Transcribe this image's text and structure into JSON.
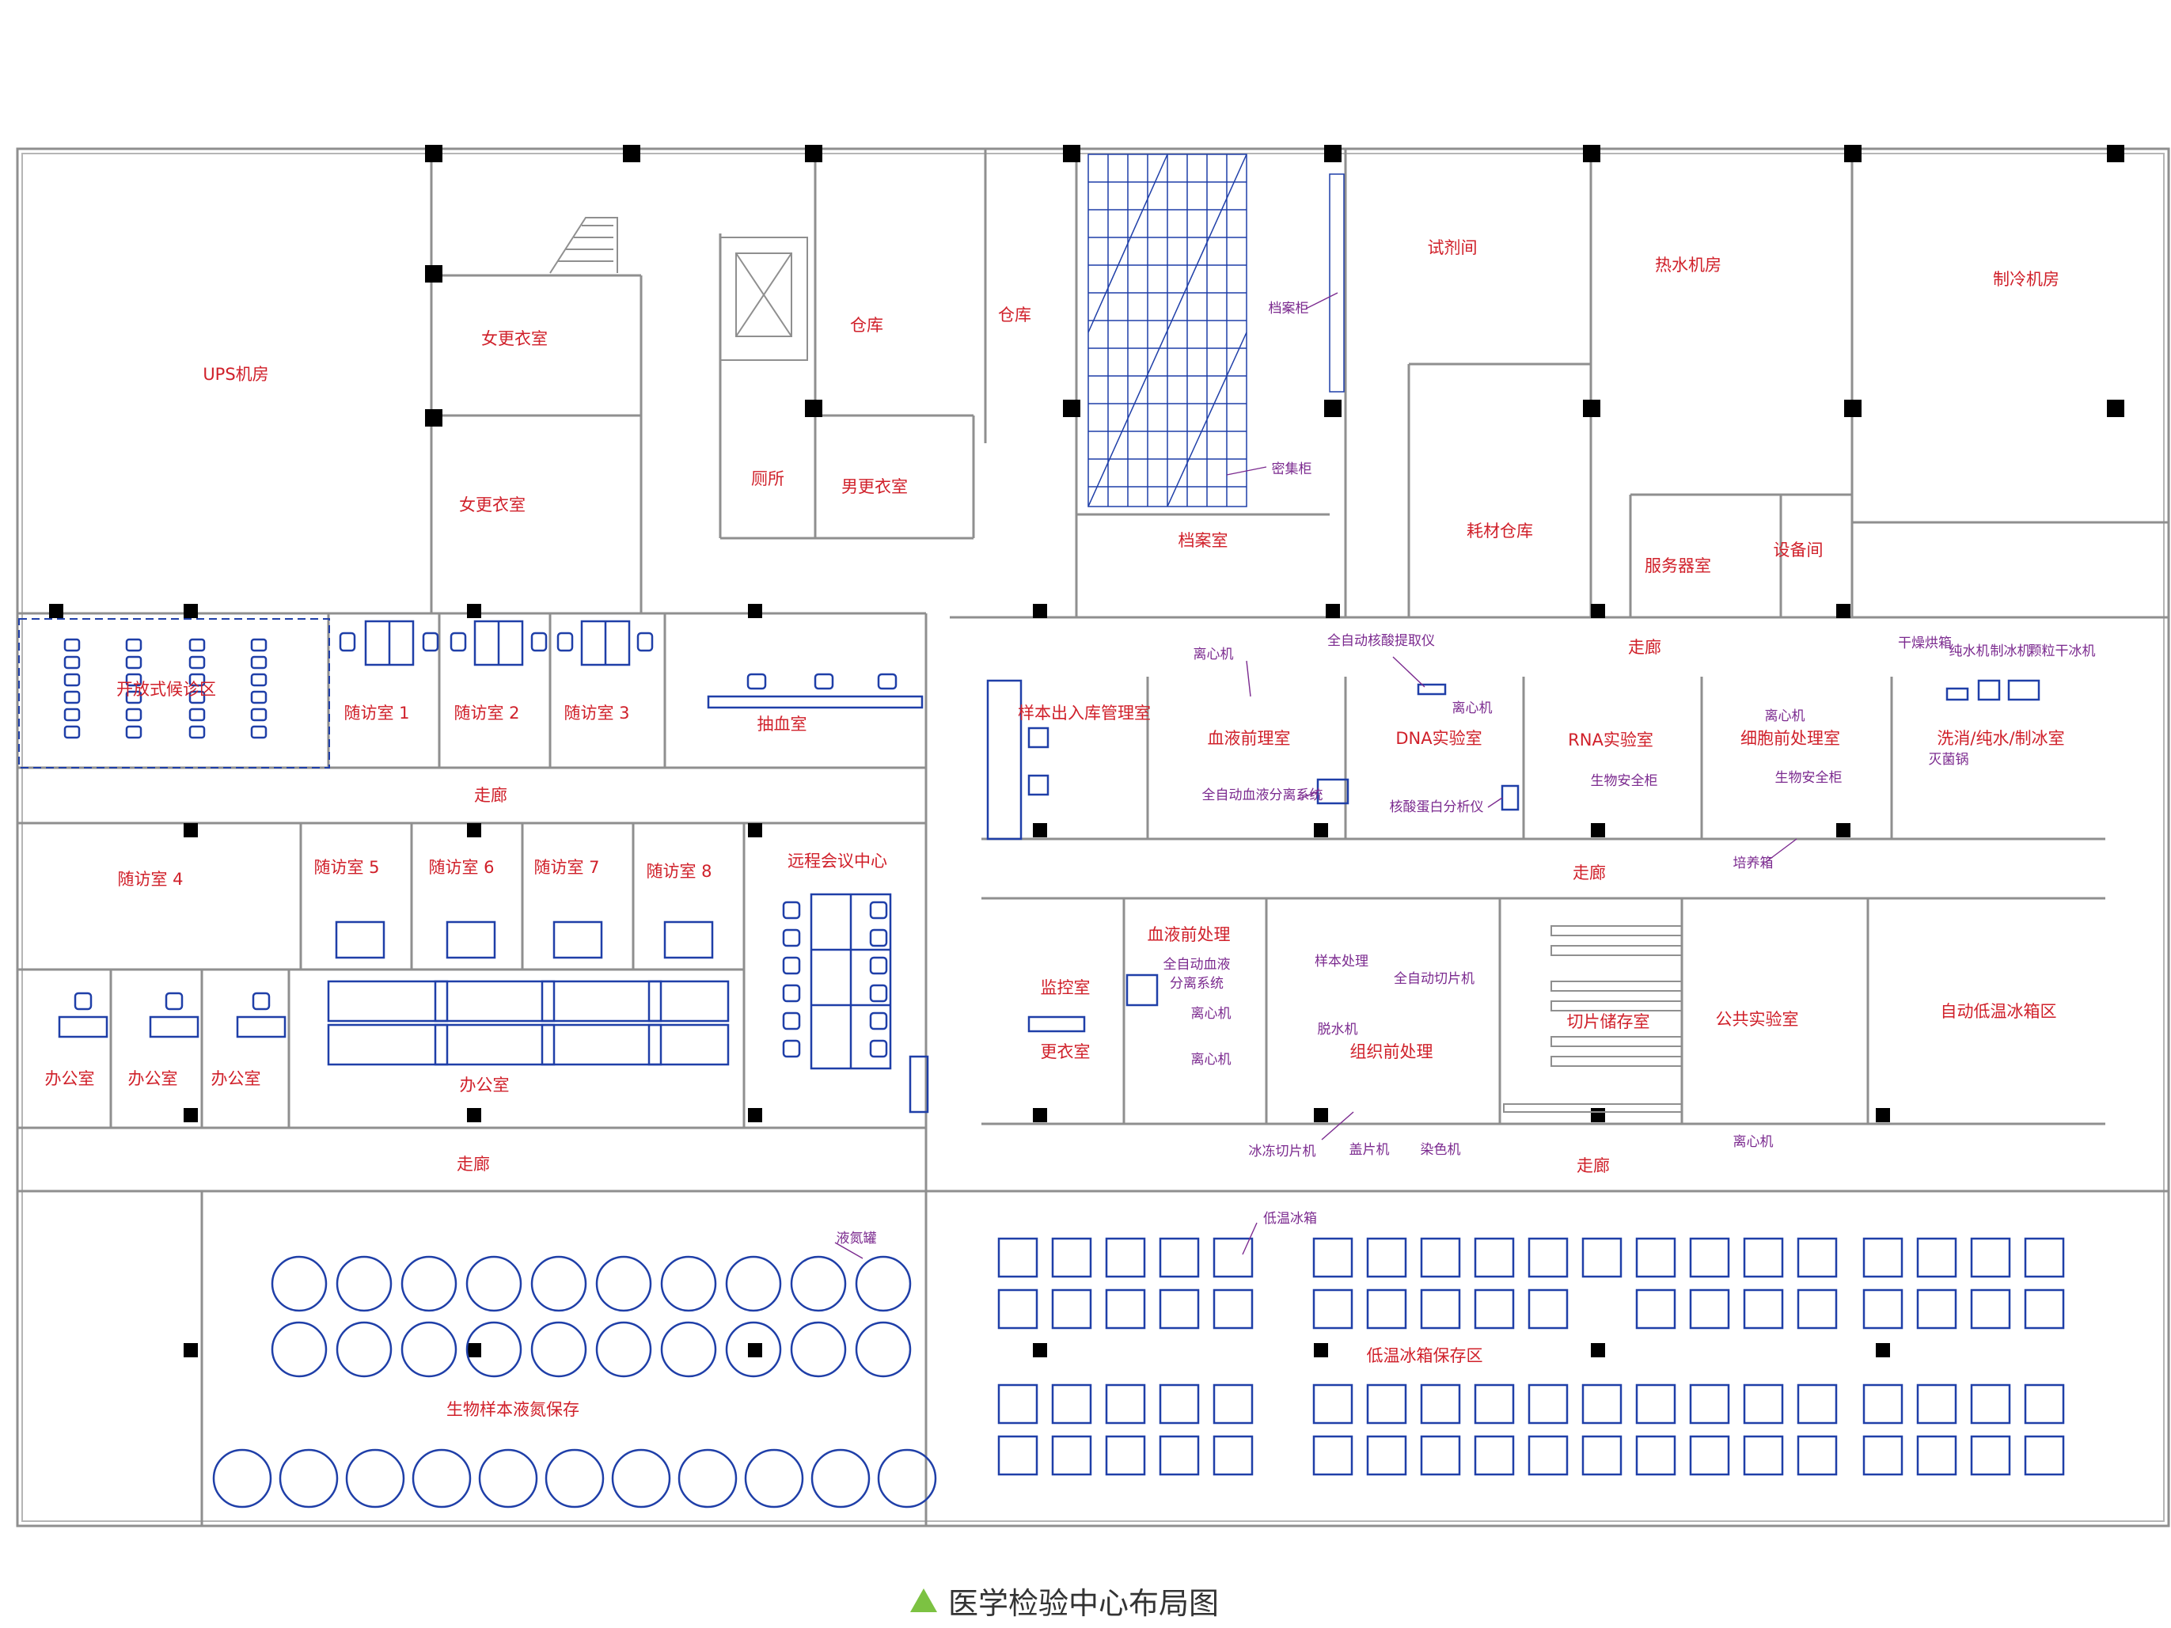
{
  "caption": {
    "title": "医学检验中心布局图",
    "icon": "green-triangle-icon",
    "icon_color": "#7cc242"
  },
  "colors": {
    "room_label": "#d0202a",
    "equipment_label": "#7b2a8f",
    "furniture": "#1f3fa8",
    "wall": "#8f8f8f"
  },
  "rooms": {
    "ups": "UPS机房",
    "female_locker_1": "女更衣室",
    "female_locker_2": "女更衣室",
    "storage_1": "仓库",
    "storage_2": "仓库",
    "toilet": "厕所",
    "male_locker": "男更衣室",
    "archives": "档案室",
    "reagent": "试剂间",
    "hot_water": "热水机房",
    "cooling": "制冷机房",
    "consumables": "耗材仓库",
    "server": "服务器室",
    "equipment_room": "设备间",
    "corridor_top_right": "走廊",
    "waiting": "开放式候诊区",
    "visit_1": "随访室 1",
    "visit_2": "随访室 2",
    "visit_3": "随访室 3",
    "blood_draw": "抽血室",
    "corridor_left_1": "走廊",
    "visit_4": "随访室 4",
    "visit_5": "随访室 5",
    "visit_6": "随访室 6",
    "visit_7": "随访室 7",
    "visit_8": "随访室 8",
    "remote_meeting": "远程会议中心",
    "office_1": "办公室",
    "office_2": "办公室",
    "office_3": "办公室",
    "office_big": "办公室",
    "corridor_left_2": "走廊",
    "sample_mgmt": "样本出入库管理室",
    "blood_pre": "血液前理室",
    "dna_lab": "DNA实验室",
    "rna_lab": "RNA实验室",
    "cell_pre": "细胞前处理室",
    "washing": "洗消/纯水/制冰室",
    "corridor_mid": "走廊",
    "monitor": "监控室",
    "locker": "更衣室",
    "blood_proc": "血液前处理",
    "tissue_pre": "组织前处理",
    "slice_storage": "切片储存室",
    "public_lab": "公共实验室",
    "freezer_area": "自动低温冰箱区",
    "corridor_right_2": "走廊",
    "liquid_n2_storage": "生物样本液氮保存",
    "freezer_storage": "低温冰箱保存区"
  },
  "equipment": {
    "archive_cabinet": "档案柜",
    "compact_shelf": "密集柜",
    "centrifuge_1": "离心机",
    "nucleic_extract": "全自动核酸提取仪",
    "centrifuge_2": "离心机",
    "dryer": "干燥烘箱",
    "pure_water": "纯水机",
    "ice_maker": "制冰机",
    "granular_ice": "颗粒干冰机",
    "blood_sep_auto": "全自动血液分离系统",
    "biosafety_1": "生物安全柜",
    "nucleic_protein": "核酸蛋白分析仪",
    "centrifuge_3": "离心机",
    "biosafety_2": "生物安全柜",
    "sterilizer": "灭菌锅",
    "incubator": "培养箱",
    "blood_sep_full_1": "全自动血液",
    "blood_sep_full_2": "分离系统",
    "centrifuge_4": "离心机",
    "centrifuge_5": "离心机",
    "sample_proc": "样本处理",
    "dehydrator": "脱水机",
    "auto_slicer": "全自动切片机",
    "cryo_slicer": "冰冻切片机",
    "coverslipper": "盖片机",
    "stainer": "染色机",
    "centrifuge_6": "离心机",
    "liquid_n2_tank": "液氮罐",
    "low_temp_freezer": "低温冰箱"
  }
}
